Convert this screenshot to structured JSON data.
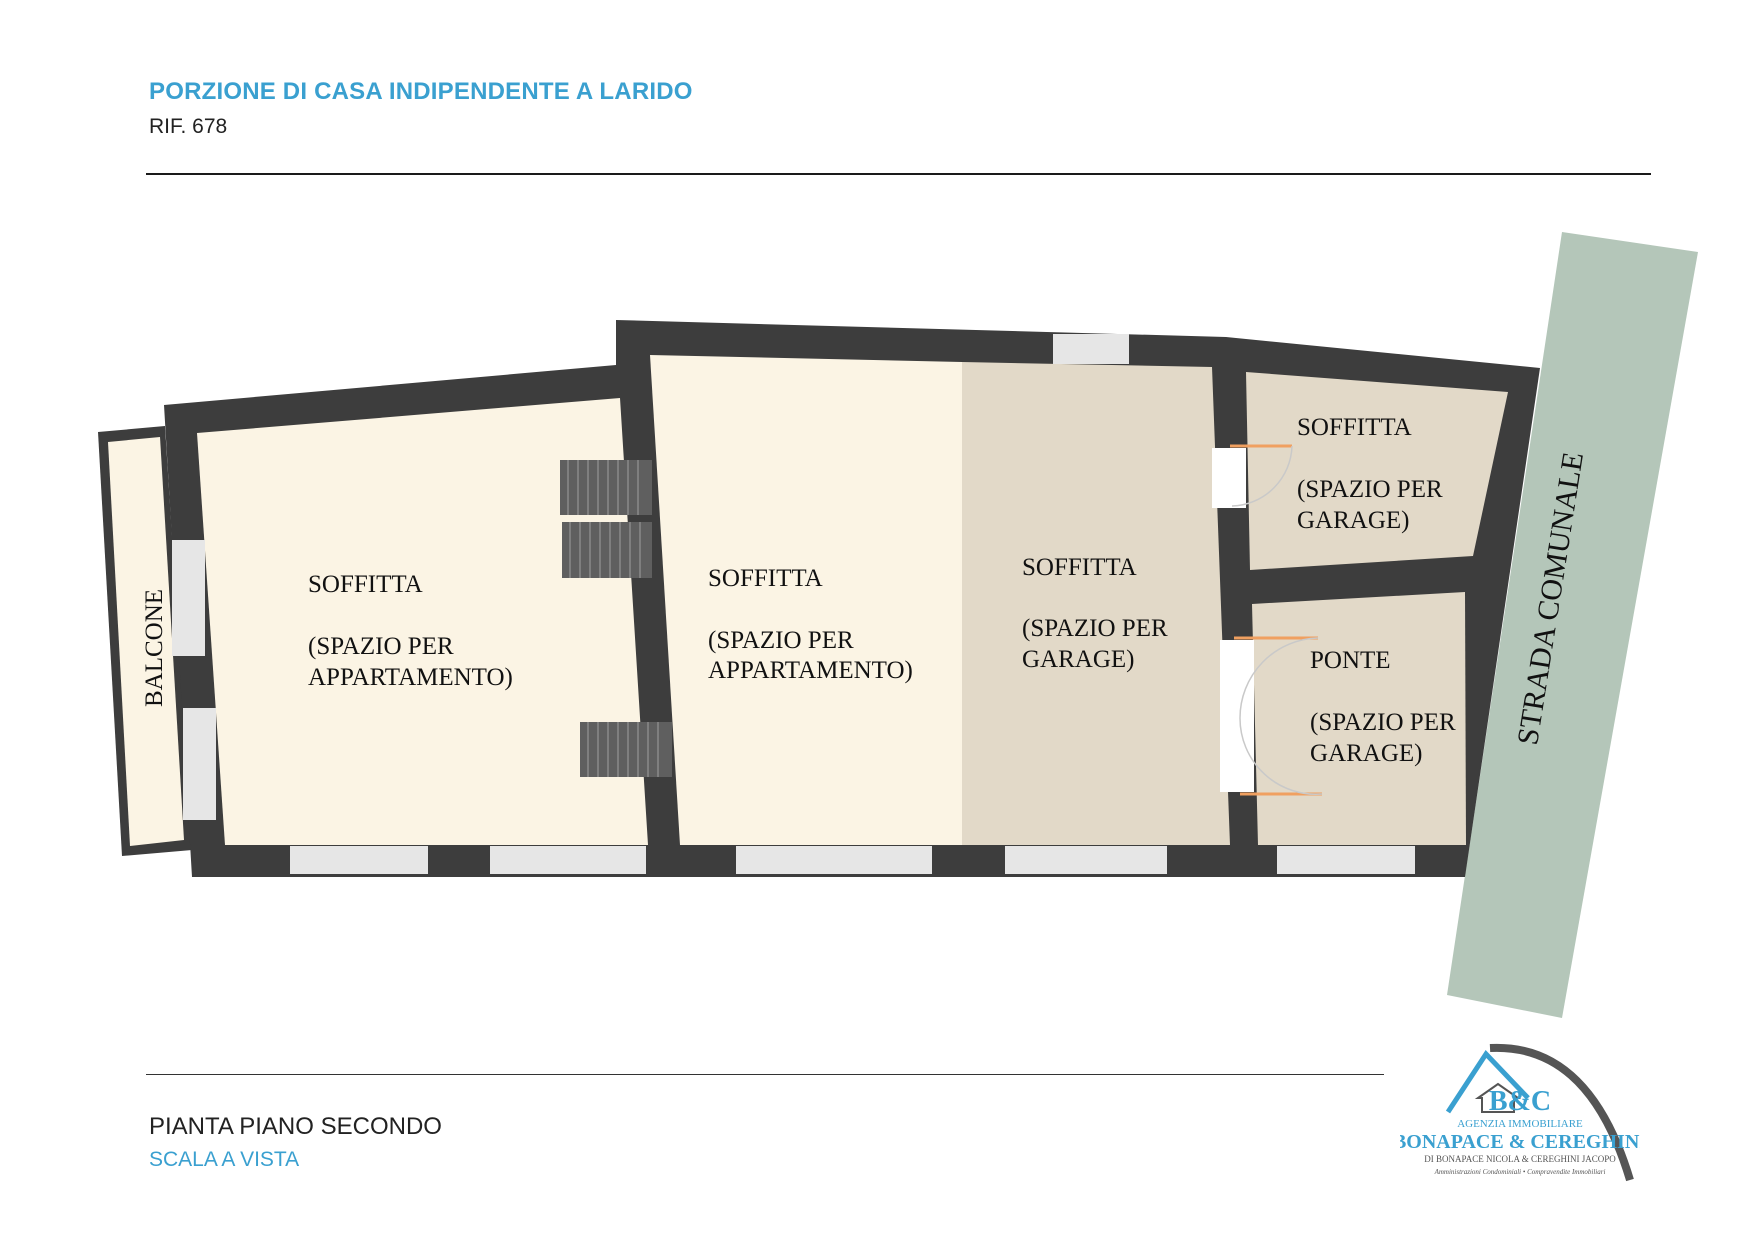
{
  "header": {
    "title": "PORZIONE DI CASA INDIPENDENTE A LARIDO",
    "reference": "RIF. 678"
  },
  "footer": {
    "plan_name": "PIANTA PIANO SECONDO",
    "scale": "SCALA A VISTA"
  },
  "rooms": {
    "balcony": "BALCONE",
    "attic_apartment_1": {
      "title": "SOFFITTA",
      "line1": "(SPAZIO PER",
      "line2": "APPARTAMENTO)"
    },
    "attic_apartment_2": {
      "title": "SOFFITTA",
      "line1": "(SPAZIO PER",
      "line2": "APPARTAMENTO)"
    },
    "attic_garage_center": {
      "title": "SOFFITTA",
      "line1": "(SPAZIO PER",
      "line2": "GARAGE)"
    },
    "attic_garage_top": {
      "title": "SOFFITTA",
      "line1": "(SPAZIO PER",
      "line2": "GARAGE)"
    },
    "ponte_garage": {
      "title": "PONTE",
      "line1": "(SPAZIO PER",
      "line2": "GARAGE)"
    }
  },
  "road": "STRADA COMUNALE",
  "logo": {
    "initials": "B&C",
    "tagline": "AGENZIA IMMOBILIARE",
    "name": "BONAPACE & CEREGHINI",
    "owners": "DI BONAPACE NICOLA & CEREGHINI JACOPO",
    "services": "Amministrazioni Condominiali • Compravendite Immobiliari"
  },
  "colors": {
    "accent": "#3aa0d0",
    "wall": "#3d3d3d",
    "apartment_floor": "#fbf4e4",
    "garage_floor": "#e2d9c8",
    "road": "#b4c6b9",
    "window": "#e6e6e6",
    "door": "#f0a060"
  }
}
